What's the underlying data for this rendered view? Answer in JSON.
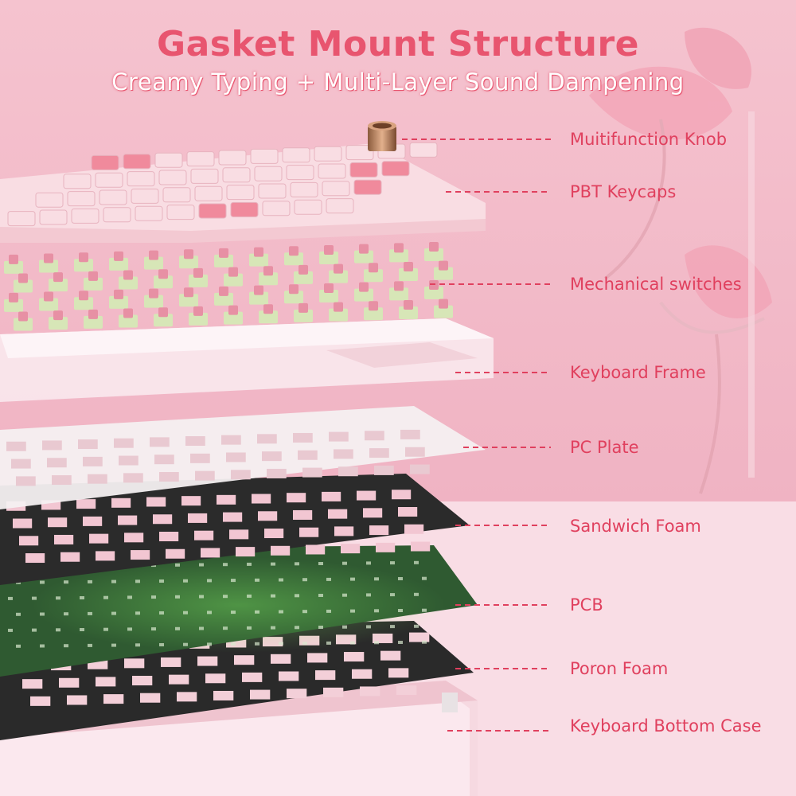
{
  "title": "Gasket Mount Structure",
  "subtitle": "Creamy Typing + Multi-Layer Sound Dampening",
  "colors": {
    "title": "#e8556f",
    "subtitle": "#ffffff",
    "label": "#e0405e",
    "leader": "#e0405e",
    "keycap_pink": "#f08a9c",
    "keycap_light": "#f9dde3",
    "keycap_white": "#fbf4f6",
    "switch_stem": "#e790a4",
    "switch_housing": "#d7e6b7",
    "frame": "#f9e6ec",
    "pc_plate": "#f4f0f1",
    "foam": "#2b2b2b",
    "pcb": "#2f5a31",
    "bottom_case": "#f6d9e1",
    "knob": "#c08a6a"
  },
  "components": [
    {
      "name": "multifunction-knob",
      "label": "Muitifunction Knob"
    },
    {
      "name": "pbt-keycaps",
      "label": "PBT Keycaps"
    },
    {
      "name": "mechanical-switches",
      "label": "Mechanical switches"
    },
    {
      "name": "keyboard-frame",
      "label": "Keyboard Frame"
    },
    {
      "name": "pc-plate",
      "label": "PC Plate"
    },
    {
      "name": "sandwich-foam",
      "label": "Sandwich Foam"
    },
    {
      "name": "pcb",
      "label": "PCB"
    },
    {
      "name": "poron-foam",
      "label": "Poron Foam"
    },
    {
      "name": "keyboard-bottom-case",
      "label": "Keyboard Bottom Case"
    }
  ]
}
